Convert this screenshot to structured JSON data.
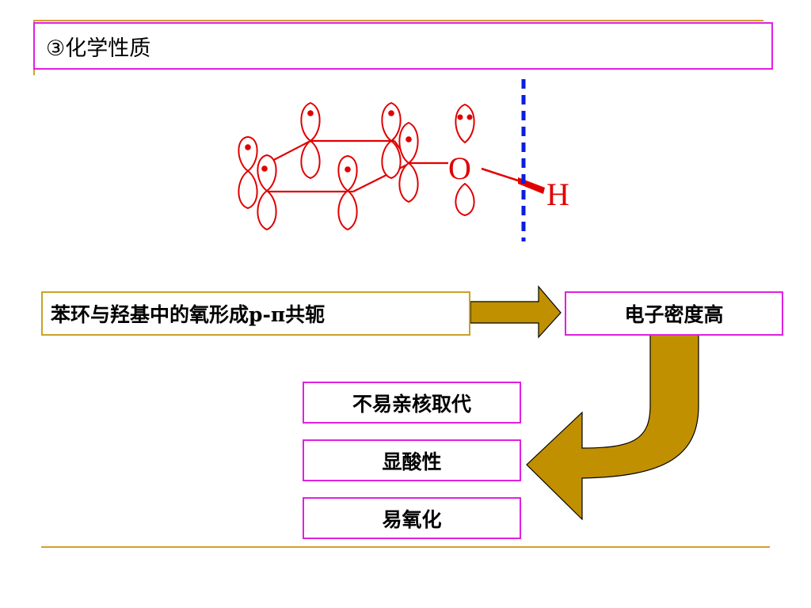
{
  "slide": {
    "title": "③化学性质",
    "molecule": {
      "oxygen_label": "O",
      "hydrogen_label": "H",
      "colors": {
        "molecule": "#e00000",
        "bond_line": "#0a1ee0"
      }
    },
    "flow": {
      "cause": "苯环与羟基中的氧形成p-π共轭",
      "effect": "电子密度高",
      "results": [
        "不易亲核取代",
        "显酸性",
        "易氧化"
      ]
    },
    "colors": {
      "accent_line": "#d4a02c",
      "box_border": "#e020e0",
      "arrow_fill": "#c09000"
    }
  }
}
